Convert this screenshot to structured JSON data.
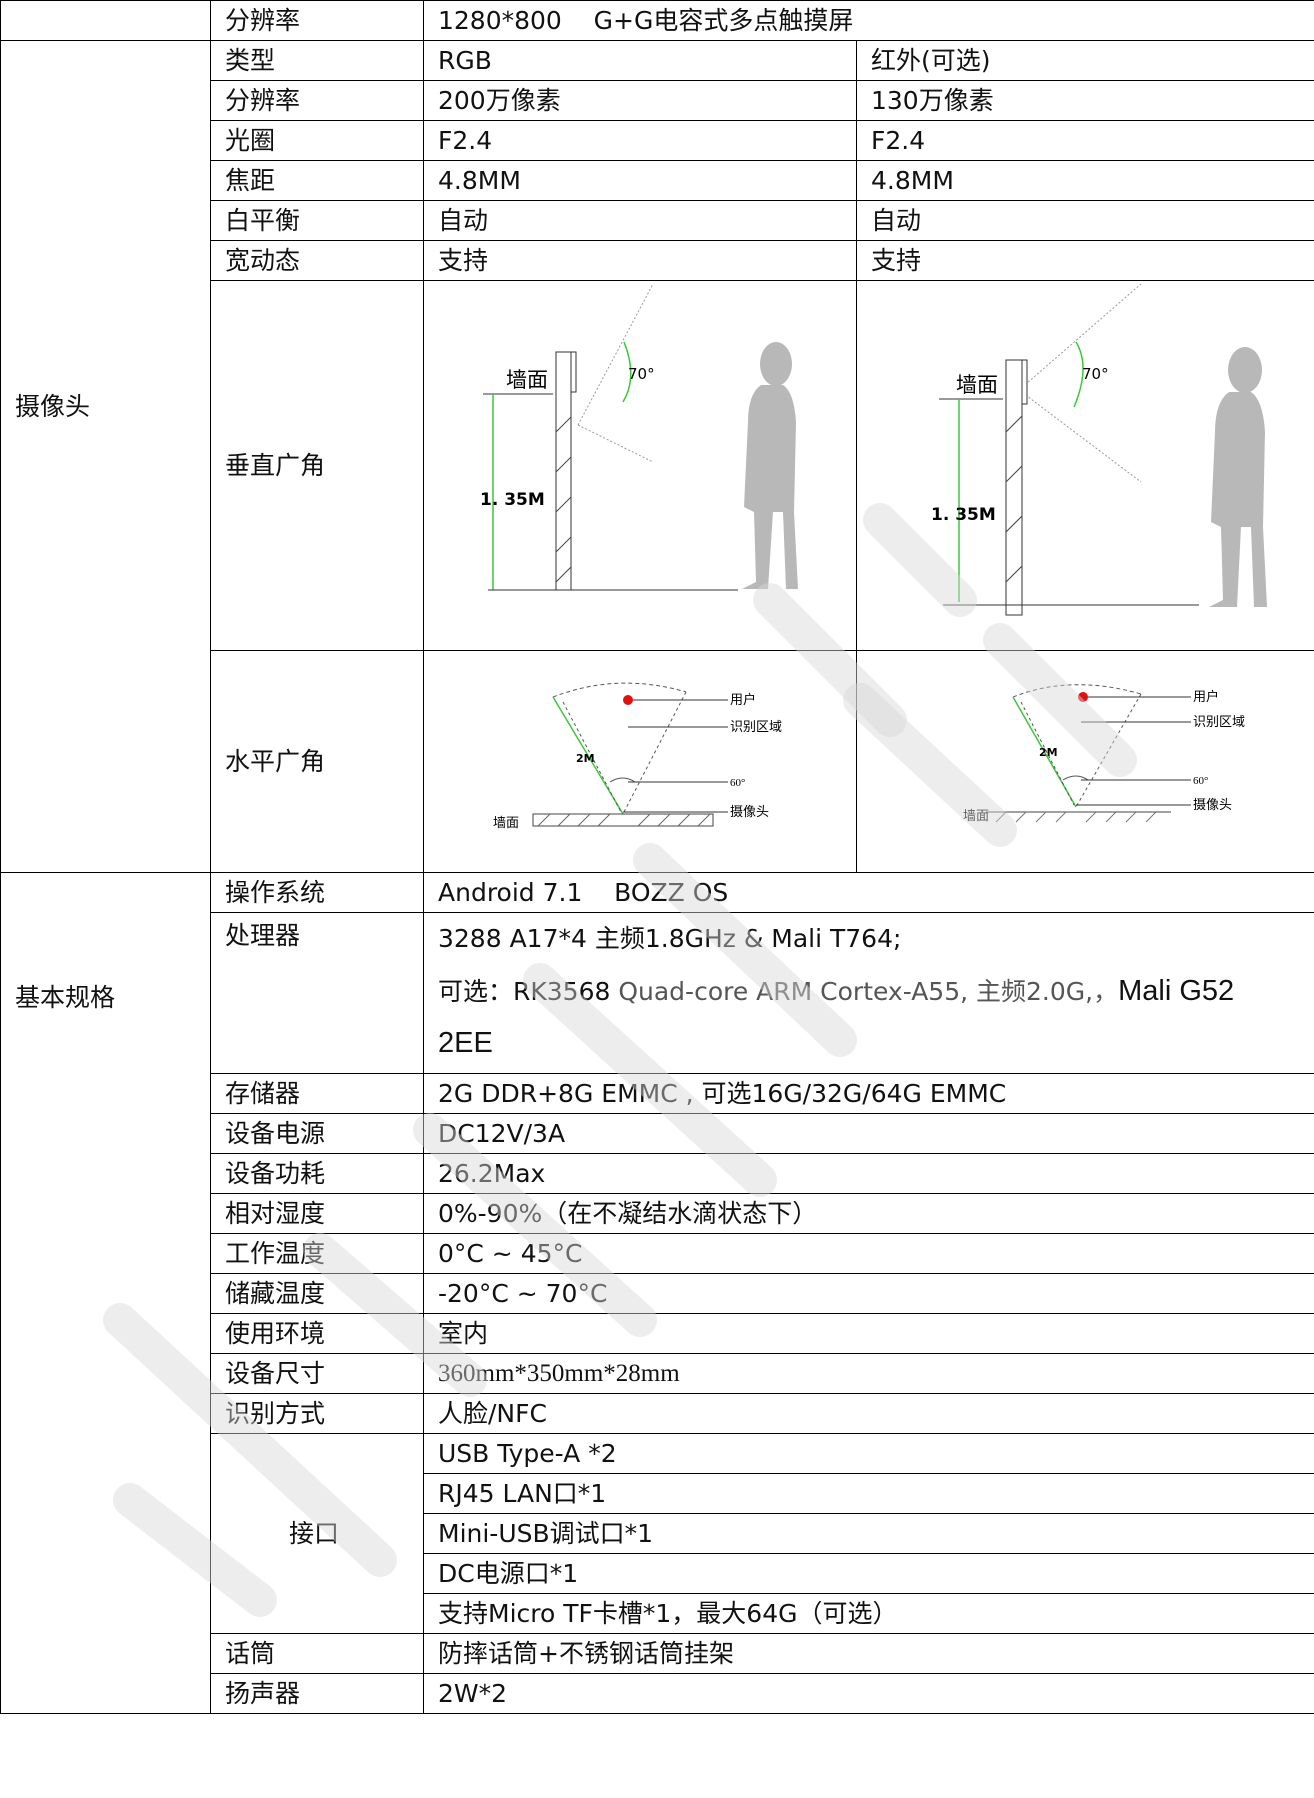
{
  "rows": {
    "display": {
      "label": "分辨率",
      "value": "1280*800    G+G电容式多点触摸屏"
    },
    "camera": {
      "section": "摄像头",
      "type": {
        "label": "类型",
        "rgb": "RGB",
        "ir": "红外(可选)"
      },
      "resolution": {
        "label": "分辨率",
        "rgb": "200万像素",
        "ir": "130万像素"
      },
      "aperture": {
        "label": "光圈",
        "rgb": "F2.4",
        "ir": "F2.4"
      },
      "focal": {
        "label": "焦距",
        "rgb": "4.8MM",
        "ir": "4.8MM"
      },
      "wb": {
        "label": "白平衡",
        "rgb": "自动",
        "ir": "自动"
      },
      "wdr": {
        "label": "宽动态",
        "rgb": "支持",
        "ir": "支持"
      },
      "vertical": {
        "label": "垂直广角",
        "wall": "墙面",
        "angle": "70°",
        "height": "1. 35M"
      },
      "horizontal": {
        "label": "水平广角",
        "user": "用户",
        "zone": "识别区域",
        "distance": "2M",
        "angle": "60°",
        "wall": "墙面",
        "camera": "摄像头"
      }
    },
    "basic": {
      "section": "基本规格",
      "os": {
        "label": "操作系统",
        "value": "Android 7.1    BOZZ OS"
      },
      "cpu": {
        "label": "处理器",
        "line1": "3288 A17*4 主频1.8GHz & Mali T764;",
        "opt_prefix": "可选：RK3568 ",
        "opt_gray1": "Quad-core ARM Cortex-A55, 主频2.0G,，",
        "opt_big": "Mali G52",
        "line3": "2EE"
      },
      "storage": {
        "label": "存储器",
        "value": "2G DDR+8G EMMC , 可选16G/32G/64G EMMC"
      },
      "power": {
        "label": "设备电源",
        "value": "DC12V/3A"
      },
      "consumption": {
        "label": "设备功耗",
        "value": "26.2Max"
      },
      "humidity": {
        "label": "相对湿度",
        "value": "0%-90%（在不凝结水滴状态下）"
      },
      "op_temp": {
        "label": "工作温度",
        "value": "0°C ~ 45°C"
      },
      "storage_temp": {
        "label": "储藏温度",
        "value": "-20°C ~ 70°C"
      },
      "environment": {
        "label": "使用环境",
        "value": "室内"
      },
      "size": {
        "label": "设备尺寸",
        "value": "360mm*350mm*28mm"
      },
      "recognition": {
        "label": "识别方式",
        "value": "人脸/NFC"
      },
      "ports": {
        "label": "接口",
        "items": [
          "USB Type-A *2",
          "RJ45 LAN口*1",
          "Mini-USB调试口*1",
          "DC电源口*1",
          "支持Micro TF卡槽*1，最大64G（可选）"
        ]
      },
      "mic": {
        "label": "话筒",
        "value": "防摔话筒+不锈钢话筒挂架"
      },
      "speaker": {
        "label": "扬声器",
        "value": "2W*2"
      }
    }
  },
  "colors": {
    "border": "#000000",
    "figure_gray": "#b8b8b8",
    "user_dot": "#e01010",
    "green_line": "#3cc83c"
  }
}
